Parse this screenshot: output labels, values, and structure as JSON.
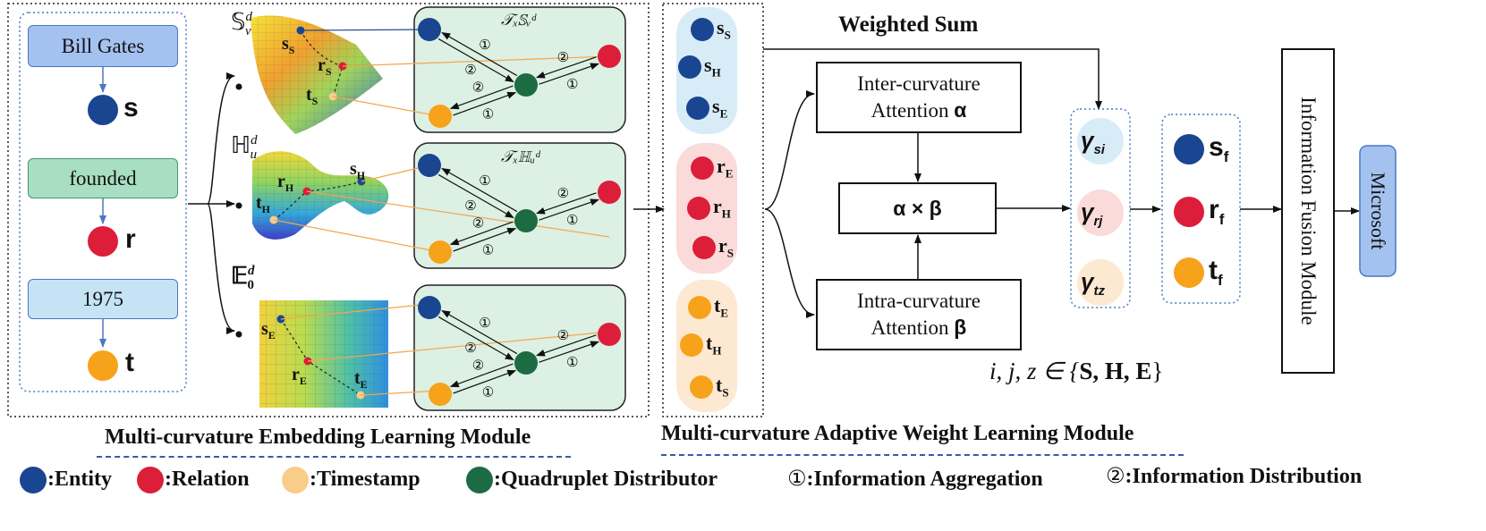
{
  "input": {
    "subject": "Bill Gates",
    "relation": "founded",
    "time": "1975",
    "s_symbol": "s",
    "r_symbol": "r",
    "t_symbol": "t"
  },
  "spaces": {
    "spherical": {
      "name": "𝕊",
      "sup": "d",
      "sub": "v",
      "tangent": "𝒯ₓ𝕊ᵥᵈ",
      "s": "s",
      "s_sub": "S",
      "r": "r",
      "r_sub": "S",
      "t": "t",
      "t_sub": "S"
    },
    "hyperbolic": {
      "name": "ℍ",
      "sup": "d",
      "sub": "u",
      "tangent": "𝒯ₓℍᵤᵈ",
      "s": "s",
      "s_sub": "H",
      "r": "r",
      "r_sub": "H",
      "t": "t",
      "t_sub": "H"
    },
    "euclidean": {
      "name": "𝔼",
      "sup": "d",
      "sub": "0",
      "s": "s",
      "s_sub": "E",
      "r": "r",
      "r_sub": "E",
      "t": "t",
      "t_sub": "E"
    }
  },
  "edge_marks": {
    "aggregation": "①",
    "distribution": "②"
  },
  "column": {
    "s": [
      {
        "b": "s",
        "s": "S"
      },
      {
        "b": "s",
        "s": "H"
      },
      {
        "b": "s",
        "s": "E"
      }
    ],
    "r": [
      {
        "b": "r",
        "s": "E"
      },
      {
        "b": "r",
        "s": "H"
      },
      {
        "b": "r",
        "s": "S"
      }
    ],
    "t": [
      {
        "b": "t",
        "s": "E"
      },
      {
        "b": "t",
        "s": "H"
      },
      {
        "b": "t",
        "s": "S"
      }
    ]
  },
  "weighted_sum": "Weighted Sum",
  "inter_attention": {
    "line1": "Inter-curvature",
    "line2": "Attention",
    "symbol": "α"
  },
  "intra_attention": {
    "line1": "Intra-curvature",
    "line2": "Attention",
    "symbol": "β"
  },
  "product": "α × β",
  "gammas": [
    {
      "g": "γ",
      "sub": "si"
    },
    {
      "g": "γ",
      "sub": "rj"
    },
    {
      "g": "γ",
      "sub": "tz"
    }
  ],
  "index_set": {
    "vars": "i, j, z ∈ {",
    "members": "S, H, E",
    "close": "}"
  },
  "fused": [
    {
      "b": "s",
      "s": "f"
    },
    {
      "b": "r",
      "s": "f"
    },
    {
      "b": "t",
      "s": "f"
    }
  ],
  "fusion_module": "Information Fusion Module",
  "output": "Microsoft",
  "module_titles": {
    "left": "Multi-curvature Embedding  Learning Module",
    "right": "Multi-curvature Adaptive Weight Learning Module"
  },
  "legend": {
    "entity": ":Entity",
    "relation": ":Relation",
    "timestamp": ":Timestamp",
    "distributor": ":Quadruplet Distributor",
    "aggregation_mark": "①",
    "aggregation": ":Information Aggregation",
    "distribution_mark": "②",
    "distribution": ":Information Distribution"
  },
  "colors": {
    "entity": "#1a4590",
    "relation": "#dc1e3a",
    "timestamp": "#f7a21b",
    "timestamp_light": "#f9cc8a",
    "distributor": "#1d6b43",
    "panel_green": "#dcf0e3",
    "box_blue": "#a4c2f0",
    "box_green": "#a8dfc2",
    "box_lightblue": "#c4e4f5",
    "blob_blue": "#d8ecf8",
    "blob_pink": "#fbdada",
    "blob_orange": "#fde8d2",
    "orange_line": "#f4a64b"
  }
}
